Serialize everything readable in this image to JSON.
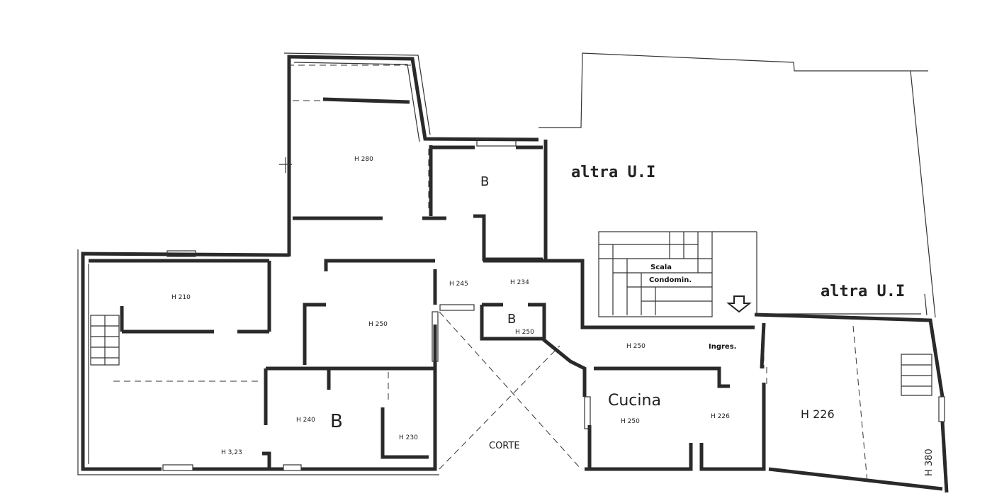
{
  "floorplan": {
    "labels": {
      "altra_ui_top": "altra U.I",
      "altra_ui_right": "altra U.I",
      "scala_line1": "Scala",
      "scala_line2": "Condomin.",
      "ingresso": "Ingres.",
      "corte": "CORTE",
      "cucina": "Cucina",
      "bath_top": "B",
      "bath_center": "B",
      "bath_bottom": "B",
      "h280": "H 280",
      "h210": "H 210",
      "h250_center": "H 250",
      "h245": "H 245",
      "h234": "H 234",
      "h250_bath": "H 250",
      "h250_hall": "H 250",
      "h240": "H 240",
      "h230": "H 230",
      "h323": "H 3,23",
      "h250_cucina": "H 250",
      "h226_small": "H 226",
      "h226_large": "H 226",
      "h380": "H 380"
    },
    "colors": {
      "wall": "#2a2a2a",
      "background": "#ffffff"
    }
  }
}
